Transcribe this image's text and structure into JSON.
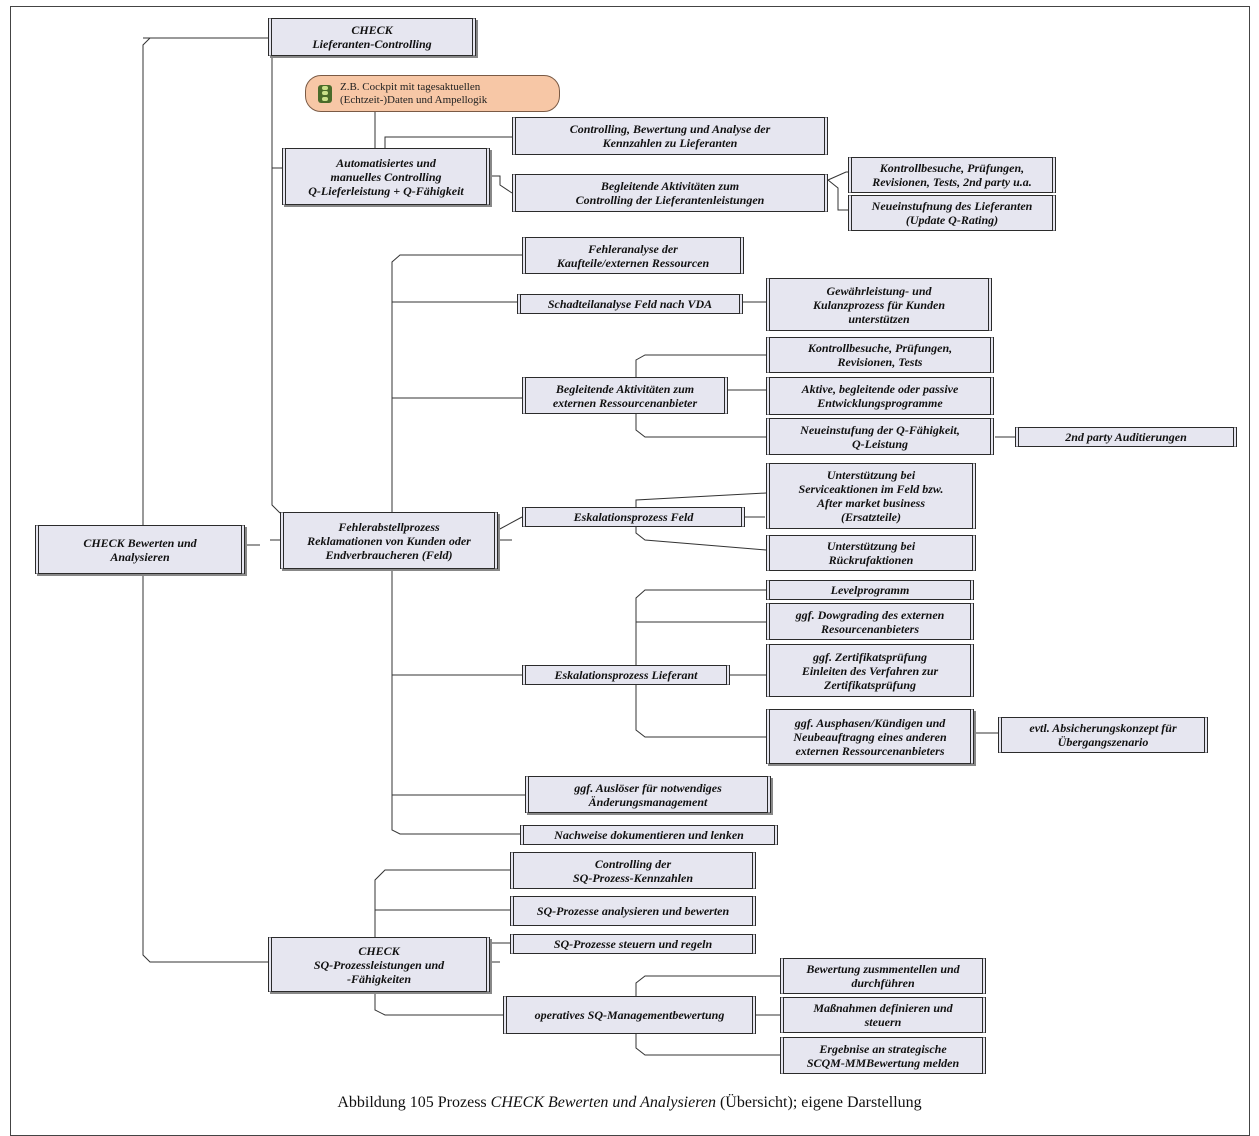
{
  "caption": {
    "prefix": "Abbildung 105 Prozess ",
    "italic": "CHECK Bewerten und Analysieren",
    "suffix": " (Übersicht); eigene Darstellung"
  },
  "traffic_light_icon": "traffic-light-icon",
  "cockpit_note": "Z.B. Cockpit mit tagesaktuellen\n(Echtzeit-)Daten und Ampellogik",
  "nodes": {
    "root": "CHECK Bewerten und\nAnalysieren",
    "lieferanten_controlling": "CHECK\nLieferanten-Controlling",
    "auto_controlling": "Automatisiertes und\nmanuelles Controlling\nQ-Lieferleistung + Q-Fähigkeit",
    "kennzahlen_analyse": "Controlling, Bewertung und Analyse der\nKennzahlen zu Lieferanten",
    "begleitende_lieferantenleistungen": "Begleitende Aktivitäten zum\nControlling der Lieferantenleistungen",
    "kontrollbesuche_2nd_party": "Kontrollbesuche, Prüfungen,\nRevisionen, Tests, 2nd party u.a.",
    "neueinstufung_lieferant": "Neueinstufnung des Lieferanten\n(Update Q-Rating)",
    "fehlerabstellprozess": "Fehlerabstellprozess\nReklamationen von Kunden oder\nEndverbraucheren (Feld)",
    "fehleranalyse_kaufteile": "Fehleranalyse der\nKaufteile/externen Ressourcen",
    "schadteilanalyse": "Schadteilanalyse Feld  nach VDA",
    "gewaehrleistung": "Gewährleistung- und\nKulanzprozess für Kunden\nunterstützen",
    "begleitende_ressourcenanbieter": "Begleitende Aktivitäten zum\nexternen Ressourcenanbieter",
    "kontrollbesuche_tests": "Kontrollbesuche, Prüfungen,\nRevisionen, Tests",
    "entwicklungsprogramme": "Aktive, begleitende oder passive\nEntwicklungsprogramme",
    "neueinstufung_q": "Neueinstufung der Q-Fähigkeit,\nQ-Leistung",
    "auditierungen": "2nd party Auditierungen",
    "eskalation_feld": "Eskalationsprozess Feld",
    "serviceaktionen": "Unterstützung bei\nServiceaktionen im Feld bzw.\nAfter market business\n(Ersatzteile)",
    "rueckrufaktionen": "Unterstützung bei\nRückrufaktionen",
    "eskalation_lieferant": "Eskalationsprozess Lieferant",
    "levelprogramm": "Levelprogramm",
    "downgrading": "ggf. Dowgrading des externen\nResourcenanbieters",
    "zertifikatspruefung": "ggf. Zertifikatsprüfung\nEinleiten des Verfahren zur\nZertifikatsprüfung",
    "ausphasen": "ggf. Ausphasen/Kündigen und\nNeubeauftragng eines anderen\nexternen Ressourcenanbieters",
    "absicherungskonzept": "evtl. Absicherungskonzept für\nÜbergangszenario",
    "aenderungsmanagement": "ggf. Auslöser für notwendiges\nÄnderungsmanagement",
    "nachweise": "Nachweise dokumentieren und lenken",
    "sq_prozessleistungen": "CHECK\nSQ-Prozessleistungen und\n-Fähigkeiten",
    "sq_kennzahlen": "Controlling der\nSQ-Prozess-Kennzahlen",
    "sq_analysieren": "SQ-Prozesse analysieren und bewerten",
    "sq_steuern": "SQ-Prozesse steuern und regeln",
    "sq_management": "operatives SQ-Managementbewertung",
    "bewertung_durchfuehren": "Bewertung zusmmentellen und\ndurchführen",
    "massnahmen": "Maßnahmen definieren und\nsteuern",
    "ergebnisse": "Ergebnise an strategische\nSCQM-MMBewertung melden"
  }
}
